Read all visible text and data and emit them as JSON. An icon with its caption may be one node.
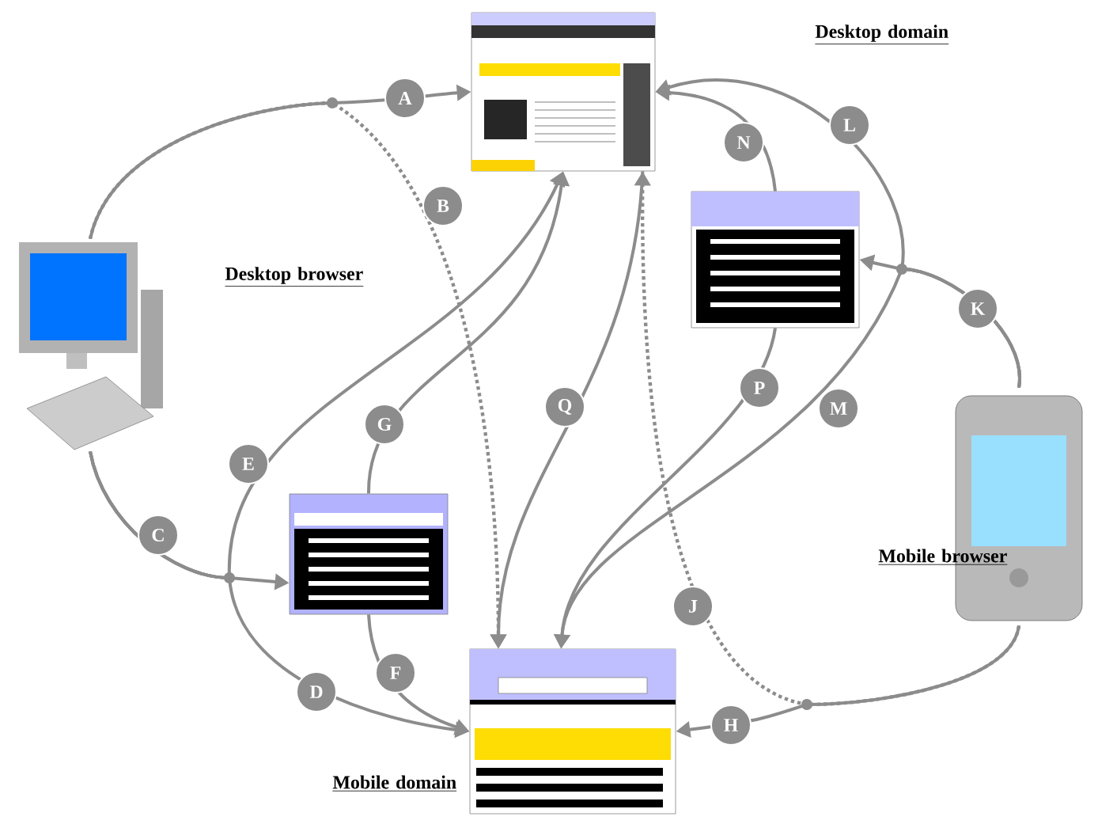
{
  "diagram": {
    "nodes": [
      {
        "text": [],
        "shape": "picture",
        "beside": [
          "Desktop browser"
        ]
      },
      {
        "text": [],
        "shape": "picture"
      },
      {
        "text": [],
        "shape": "picture",
        "beside": [
          "Mobile domain"
        ]
      },
      {
        "text": [],
        "shape": "picture",
        "beside": [
          "Mobile browser"
        ]
      },
      {
        "text": [],
        "shape": "picture"
      },
      {
        "text": [],
        "shape": "picture"
      }
    ],
    "edges": [
      {
        "from": 0,
        "to": 1,
        "arrow": "to",
        "label": "A"
      },
      {
        "from": 0,
        "to": 2,
        "arrow": "to",
        "label": "B",
        "style": "dashed"
      },
      {
        "from": 0,
        "to": 5,
        "arrow": "to",
        "label": "C"
      },
      {
        "from": 0,
        "to": 2,
        "arrow": "to",
        "label": "D"
      },
      {
        "from": 0,
        "to": 1,
        "arrow": "to",
        "label": "E"
      },
      {
        "from": 5,
        "to": 2,
        "arrow": "to",
        "label": "F"
      },
      {
        "from": 5,
        "to": 1,
        "arrow": "to",
        "label": "G"
      },
      {
        "from": 3,
        "to": 2,
        "arrow": "to",
        "label": "H"
      },
      {
        "from": 3,
        "to": 1,
        "arrow": "to",
        "label": "J",
        "style": "dashed"
      },
      {
        "from": 3,
        "to": 4,
        "arrow": "to",
        "label": "K"
      },
      {
        "from": 3,
        "to": 1,
        "arrow": "to",
        "label": "L"
      },
      {
        "from": 3,
        "to": 2,
        "arrow": "to",
        "label": "M"
      },
      {
        "from": 4,
        "to": 1,
        "arrow": "to",
        "label": "N"
      },
      {
        "from": 4,
        "to": 2,
        "arrow": "to",
        "label": "P"
      },
      {
        "from": 1,
        "to": 2,
        "arrow": "to",
        "label": "Q"
      }
    ],
    "labels": [
      "Desktop domain"
    ]
  }
}
